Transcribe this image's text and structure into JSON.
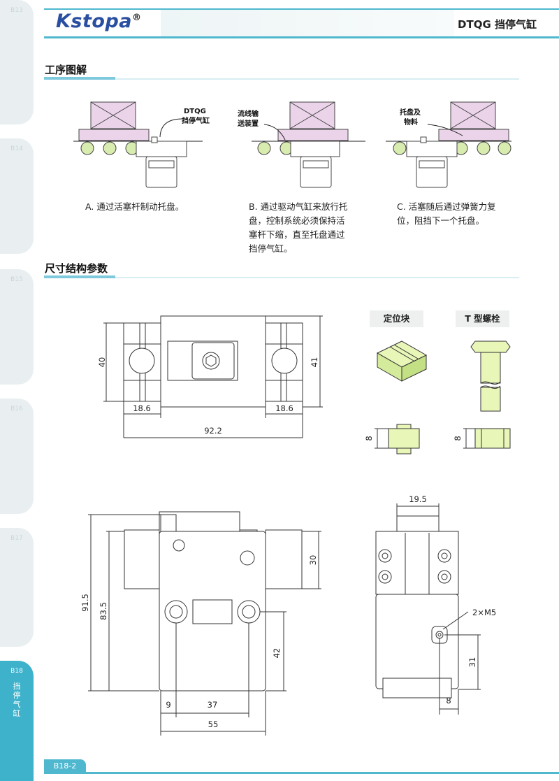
{
  "side_tabs": [
    {
      "code": "B13"
    },
    {
      "code": "B14"
    },
    {
      "code": "B15"
    },
    {
      "code": "B16"
    },
    {
      "code": "B17"
    },
    {
      "code": "B18",
      "label": "挡停气缸",
      "active": true
    }
  ],
  "header": {
    "logo": "Kstopa",
    "registered": "®",
    "title": "DTQG 挡停气缸"
  },
  "section1": {
    "title": "工序图解",
    "diagrams": [
      {
        "callout_line1": "DTQG",
        "callout_line2": "挡停气缸",
        "caption": [
          "A. 通过活塞杆制动托盘。"
        ]
      },
      {
        "callout_line1": "流线输",
        "callout_line2": "送装置",
        "caption": [
          "B. 通过驱动气缸来放行托",
          "盘，控制系统必须保持活",
          "塞杆下缩，直至托盘通过",
          "挡停气缸。"
        ]
      },
      {
        "callout_line1": "托盘及",
        "callout_line2": "物料",
        "caption": [
          "C. 活塞随后通过弹簧力复",
          "位，阻挡下一个托盘。"
        ]
      }
    ]
  },
  "section2": {
    "title": "尺寸结构参数",
    "parts": {
      "locator": "定位块",
      "tbolt": "T 型螺栓"
    },
    "top_view": {
      "height_left": "40",
      "height_right": "41",
      "left_w": "18.6",
      "right_w": "18.6",
      "total_w": "92.2"
    },
    "part_dims": {
      "locator_h": "8",
      "tbolt_h": "8"
    },
    "front_view": {
      "h_total": "91.5",
      "h_body": "83.5",
      "h_upper": "30",
      "h_holes": "42",
      "w_9": "9",
      "w_37": "37",
      "w_55": "55"
    },
    "side_view": {
      "w_top": "19.5",
      "thread": "2×M5",
      "h_31": "31",
      "w_8": "8"
    }
  },
  "footer": {
    "page": "B18-2"
  },
  "colors": {
    "accent": "#4fb8cf",
    "pallet": "#ebd3ea",
    "cylinder_fill": "#ffffff",
    "roller": "#d8ecb0",
    "part_fill": "#e8f6b8"
  }
}
